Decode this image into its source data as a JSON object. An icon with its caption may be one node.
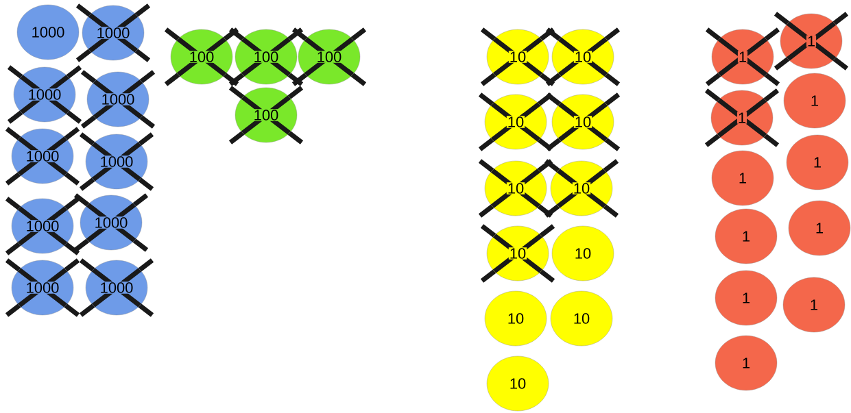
{
  "diagram": {
    "nodes": [
      {
        "text": [
          "1000"
        ]
      },
      {
        "text": [
          "1000"
        ]
      },
      {
        "text": [
          "1000"
        ]
      },
      {
        "text": [
          "1000"
        ]
      },
      {
        "text": [
          "1000"
        ]
      },
      {
        "text": [
          "1000"
        ]
      },
      {
        "text": [
          "1000"
        ]
      },
      {
        "text": [
          "1000"
        ]
      },
      {
        "text": [
          "1000"
        ]
      },
      {
        "text": [
          "1000"
        ]
      },
      {
        "text": [
          "100"
        ]
      },
      {
        "text": [
          "100"
        ]
      },
      {
        "text": [
          "100"
        ]
      },
      {
        "text": [
          "100"
        ]
      },
      {
        "text": [
          "10"
        ]
      },
      {
        "text": [
          "10"
        ]
      },
      {
        "text": [
          "10"
        ]
      },
      {
        "text": [
          "10"
        ]
      },
      {
        "text": [
          "10"
        ]
      },
      {
        "text": [
          "10"
        ]
      },
      {
        "text": [
          "10"
        ]
      },
      {
        "text": [
          "10"
        ]
      },
      {
        "text": [
          "10"
        ]
      },
      {
        "text": [
          "10"
        ]
      },
      {
        "text": [
          "10"
        ]
      },
      {
        "text": [
          "1"
        ]
      },
      {
        "text": [
          "1"
        ]
      },
      {
        "text": [
          "1"
        ]
      },
      {
        "text": [
          "1"
        ]
      },
      {
        "text": [
          "1"
        ]
      },
      {
        "text": [
          "1"
        ]
      },
      {
        "text": [
          "1"
        ]
      },
      {
        "text": [
          "1"
        ]
      },
      {
        "text": [
          "1"
        ]
      },
      {
        "text": [
          "1"
        ]
      },
      {
        "text": [
          "1"
        ]
      }
    ]
  }
}
